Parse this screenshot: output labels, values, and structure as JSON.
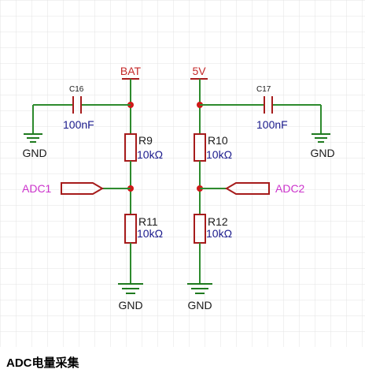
{
  "caption": "ADC电量采集",
  "power": {
    "bat": "BAT",
    "v5": "5V"
  },
  "capacitors": {
    "c16": {
      "ref": "C16",
      "value": "100nF"
    },
    "c17": {
      "ref": "C17",
      "value": "100nF"
    }
  },
  "resistors": {
    "r9": {
      "ref": "R9",
      "value": "10kΩ"
    },
    "r10": {
      "ref": "R10",
      "value": "10kΩ"
    },
    "r11": {
      "ref": "R11",
      "value": "10kΩ"
    },
    "r12": {
      "ref": "R12",
      "value": "10kΩ"
    }
  },
  "nets": {
    "adc1": "ADC1",
    "adc2": "ADC2"
  },
  "ground": "GND",
  "colors": {
    "wire": "#2e8b2e",
    "component": "#a61b1b",
    "junction": "#d01818",
    "power_label": "#c42828",
    "net_label": "#cc33cc",
    "ref_label": "#1a1a8c"
  }
}
